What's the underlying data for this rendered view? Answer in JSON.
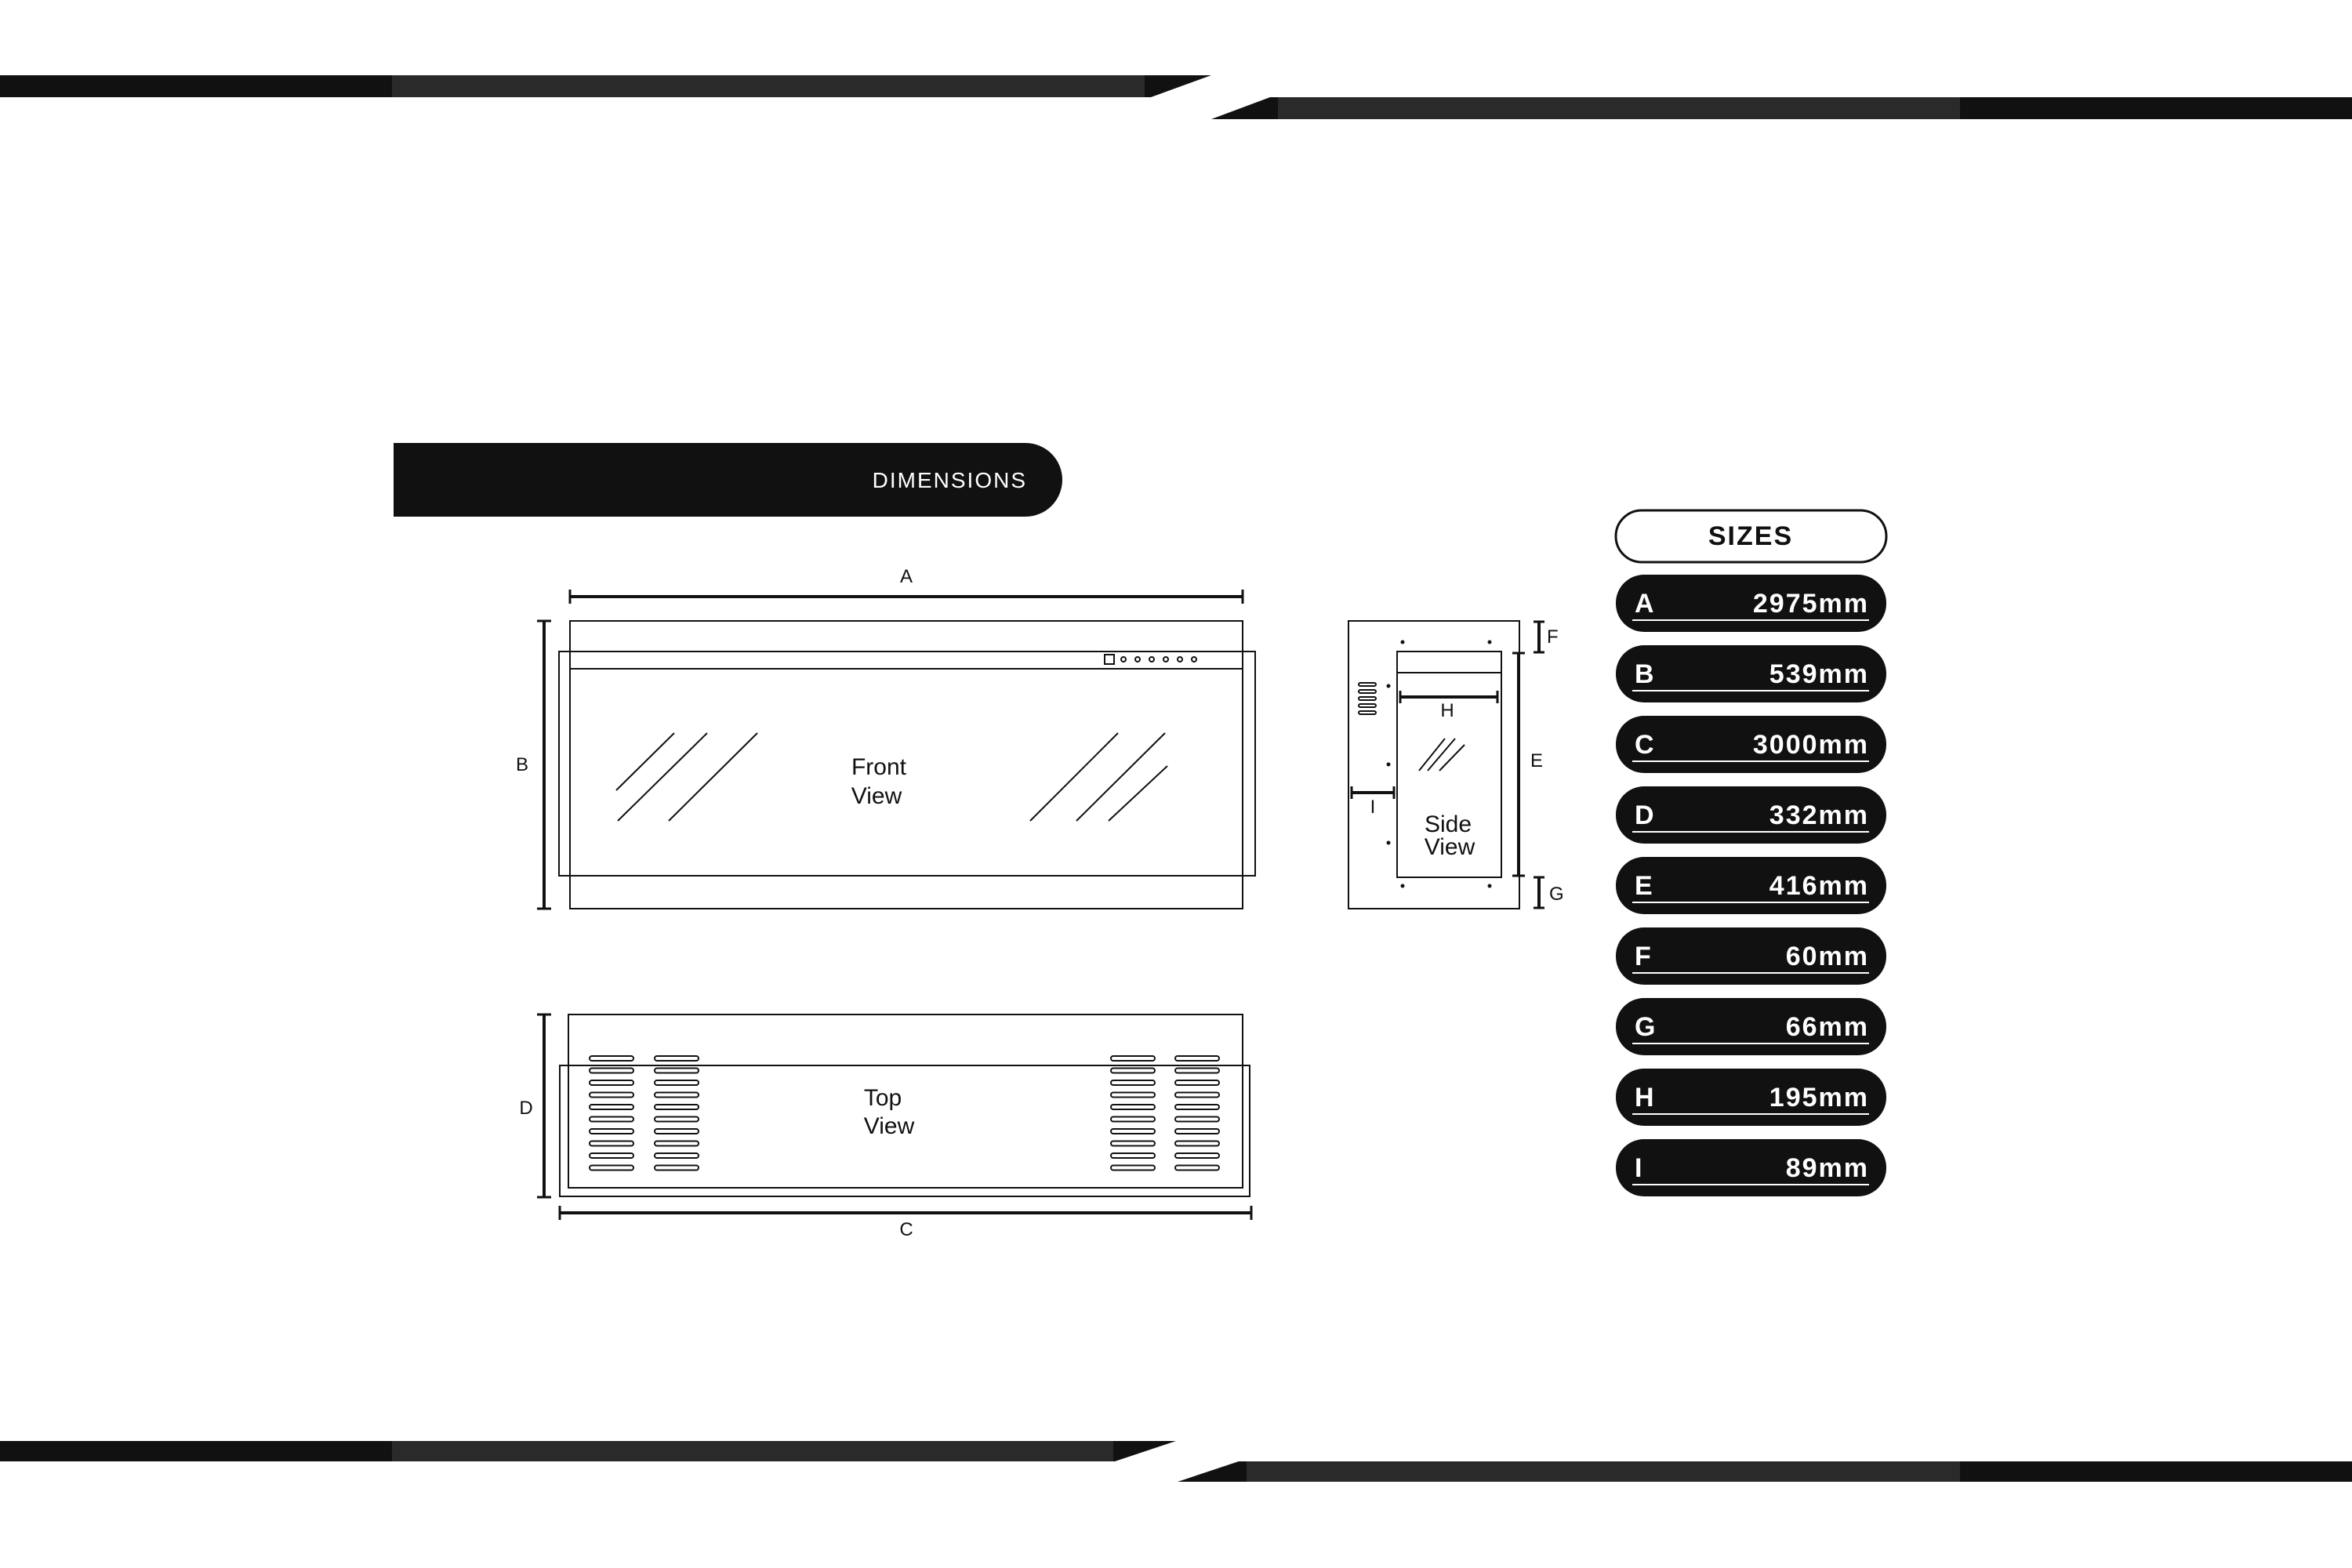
{
  "header": {
    "section_title": "DIMENSIONS"
  },
  "views": {
    "front": "Front\nView",
    "side": "Side\nView",
    "top": "Top\nView"
  },
  "dimension_letters": {
    "a": "A",
    "b": "B",
    "c": "C",
    "d": "D",
    "e": "E",
    "f": "F",
    "g": "G",
    "h": "H",
    "i": "I"
  },
  "sizes": {
    "title": "SIZES",
    "rows": [
      {
        "letter": "A",
        "value": "2975mm"
      },
      {
        "letter": "B",
        "value": "539mm"
      },
      {
        "letter": "C",
        "value": "3000mm"
      },
      {
        "letter": "D",
        "value": "332mm"
      },
      {
        "letter": "E",
        "value": "416mm"
      },
      {
        "letter": "F",
        "value": "60mm"
      },
      {
        "letter": "G",
        "value": "66mm"
      },
      {
        "letter": "H",
        "value": "195mm"
      },
      {
        "letter": "I",
        "value": "89mm"
      }
    ]
  },
  "colors": {
    "ink": "#111111",
    "paper": "#ffffff"
  }
}
